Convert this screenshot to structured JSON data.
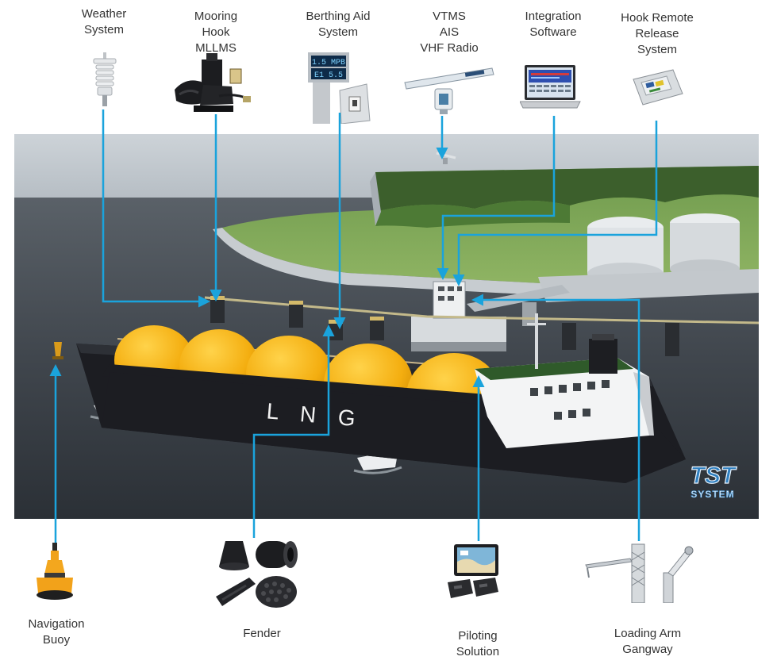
{
  "colors": {
    "connector": "#1aa3dc",
    "tank_yellow": "#f4b012",
    "hull": "#1c1d22",
    "water": "#3c4148",
    "label_text": "#333333"
  },
  "ship": {
    "hull_text": "L N G"
  },
  "logo": {
    "top": "TST",
    "bottom": "SYSTEM"
  },
  "top_labels": [
    {
      "id": "weather",
      "lines": [
        "Weather",
        "System"
      ]
    },
    {
      "id": "mooring",
      "lines": [
        "Mooring",
        "Hook",
        "MLLMS"
      ]
    },
    {
      "id": "berthing",
      "lines": [
        "Berthing Aid",
        "System"
      ]
    },
    {
      "id": "vtms",
      "lines": [
        "VTMS",
        "AIS",
        "VHF Radio"
      ]
    },
    {
      "id": "integration",
      "lines": [
        "Integration",
        "Software"
      ]
    },
    {
      "id": "hook-release",
      "lines": [
        "Hook Remote",
        "Release",
        "System"
      ]
    }
  ],
  "bottom_labels": [
    {
      "id": "buoy",
      "lines": [
        "Navigation",
        "Buoy"
      ]
    },
    {
      "id": "fender",
      "lines": [
        "Fender"
      ]
    },
    {
      "id": "piloting",
      "lines": [
        "Piloting",
        "Solution"
      ]
    },
    {
      "id": "loading",
      "lines": [
        "Loading Arm",
        "Gangway"
      ]
    }
  ],
  "berthing_display": {
    "line1": "1.5 MPB",
    "line2": "E1 5.5"
  }
}
